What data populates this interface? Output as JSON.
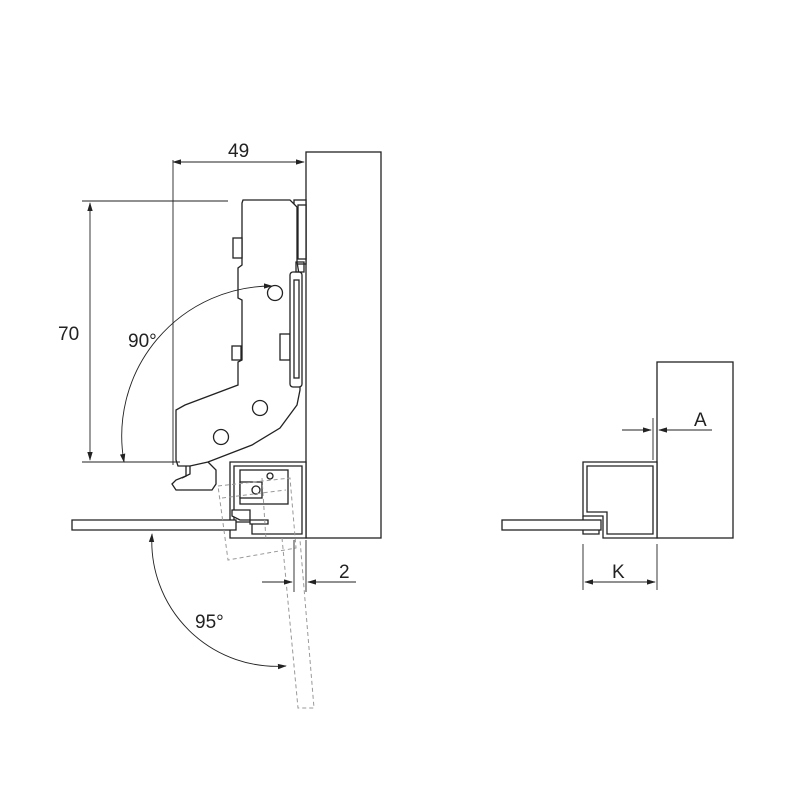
{
  "dimensions": {
    "width_label": "49",
    "height_label": "70",
    "open_angle_label": "90°",
    "door_angle_label": "95°",
    "gap_label": "2",
    "overlay_label": "A",
    "profile_label": "K"
  },
  "colors": {
    "line": "#222222",
    "ghost": "#999999",
    "background": "#ffffff"
  }
}
